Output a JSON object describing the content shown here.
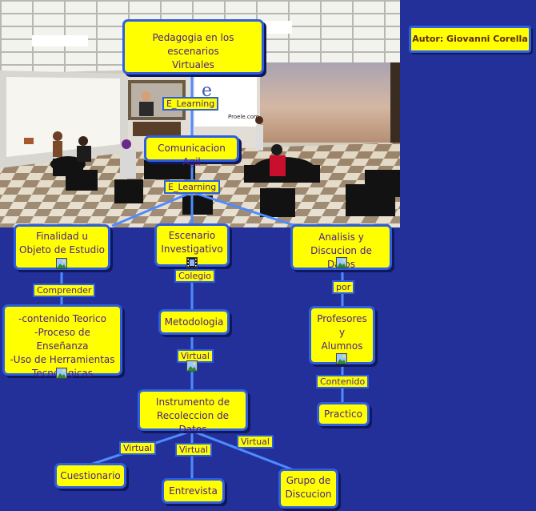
{
  "author": "Autor: Giovanni Corella",
  "scene": {
    "screen_brand": "Proele.com"
  },
  "nodes": {
    "root": "Pedagogia en los escenarios\nVirtuales",
    "comunicacion": "Comunicacion Agil",
    "finalidad": "Finalidad u\nObjeto de Estudio",
    "escenario": "Escenario\nInvestigativo",
    "analisis": "Analisis y\nDiscucion de Datos",
    "contenido_teorico": "-contenido Teorico\n-Proceso de Enseñanza\n-Uso de Herramientas\nTecnologicas",
    "metodologia": "Metodologia",
    "profesores": "Profesores\ny\nAlumnos",
    "instrumento": "Instrumento de\nRecoleccion de Datos",
    "practico": "Practico",
    "cuestionario": "Cuestionario",
    "entrevista": "Entrevista",
    "grupo": "Grupo de\nDiscucion"
  },
  "links": {
    "elearning_1": "E_Learning",
    "elearning_2": "E_Learning",
    "comprender": "Comprender",
    "colegio": "Colegio",
    "por": "por",
    "virtual_1": "Virtual",
    "contenido": "Contenido",
    "virtual_2": "Virtual",
    "virtual_3": "Virtual",
    "virtual_4": "Virtual"
  }
}
